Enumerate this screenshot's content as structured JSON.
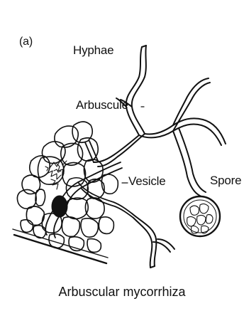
{
  "figure": {
    "panel_label": "(a)",
    "labels": {
      "hyphae": "Hyphae",
      "arbuscule": "Arbuscule",
      "vesicle": "Vesicle",
      "spore": "Spore"
    },
    "caption": "Arbuscular mycorrhiza"
  },
  "colors": {
    "ink": "#111111",
    "background": "#ffffff"
  }
}
